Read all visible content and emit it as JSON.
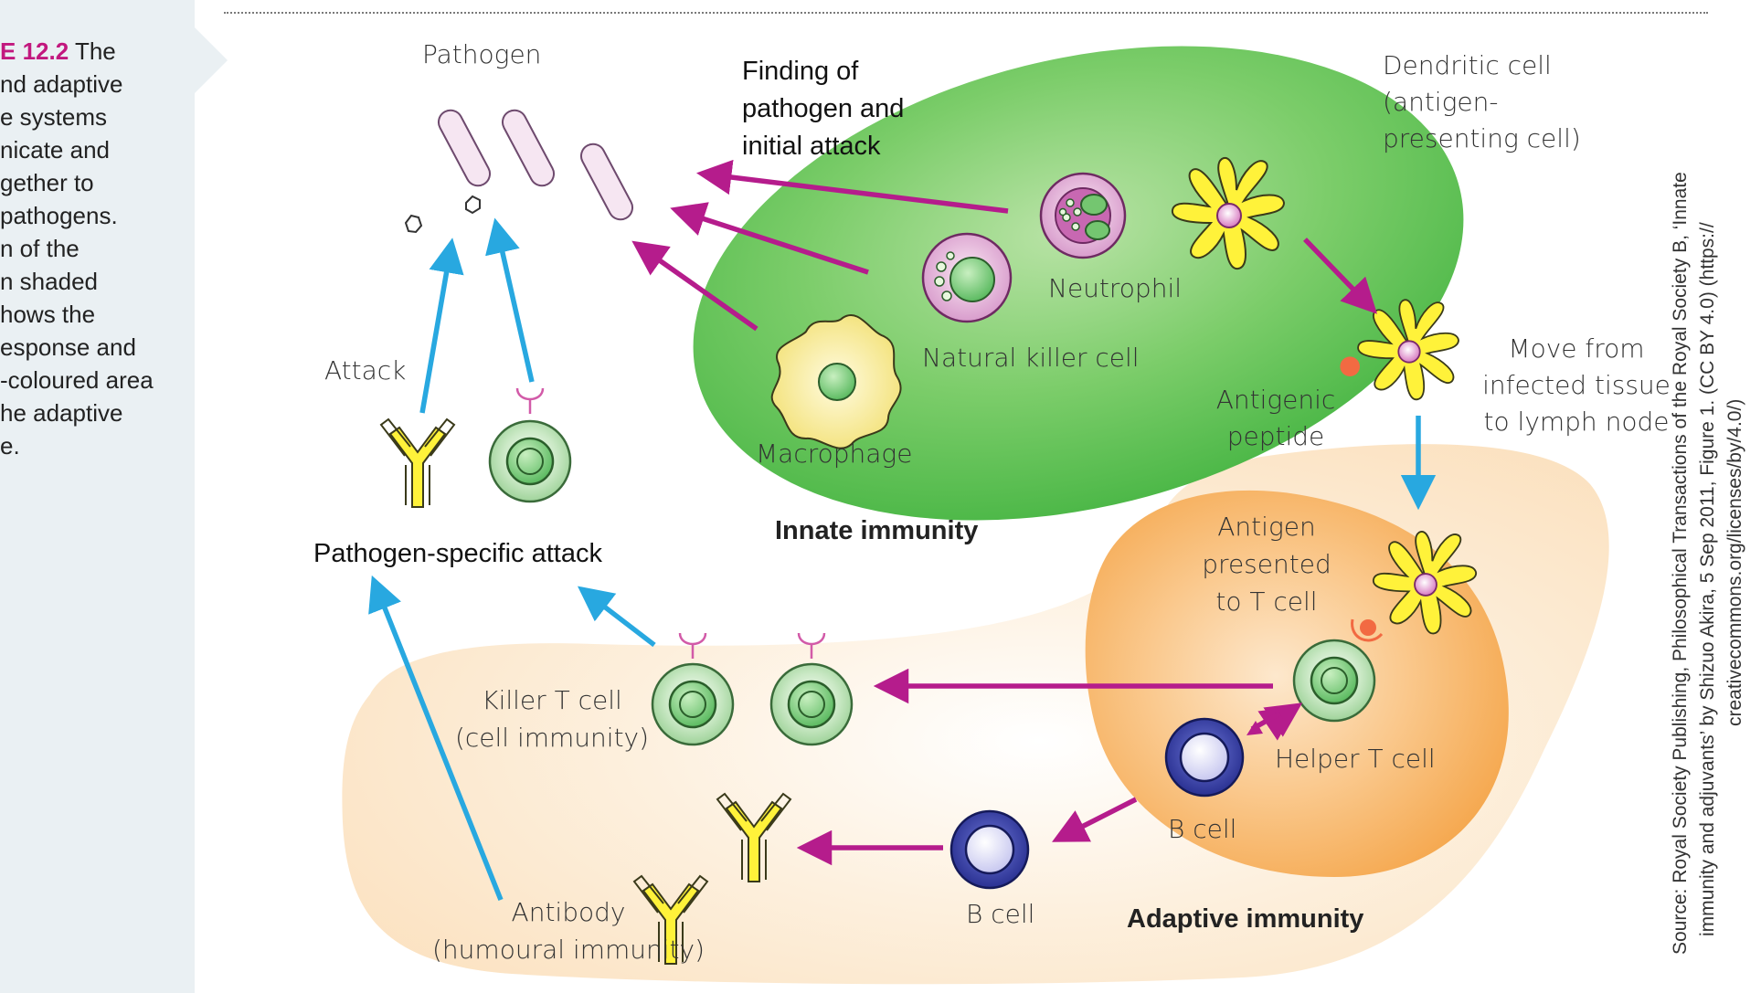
{
  "caption": {
    "number": "E 12.2",
    "lines": [
      "The",
      "nd adaptive",
      "e systems",
      "nicate and",
      "gether to",
      "pathogens.",
      "n of the",
      "n shaded",
      "hows the",
      "esponse and",
      "-coloured area",
      "he adaptive",
      "e."
    ]
  },
  "labels": {
    "pathogen": "Pathogen",
    "finding": [
      "Finding of",
      "pathogen and",
      "initial attack"
    ],
    "dendritic": [
      "Dendritic cell",
      "(antigen-",
      "presenting cell)"
    ],
    "neutrophil": "Neutrophil",
    "natural_killer": "Natural killer cell",
    "macrophage": "Macrophage",
    "innate": "Innate immunity",
    "attack": "Attack",
    "pathogen_specific": "Pathogen-specific attack",
    "move": [
      "Move from",
      "infected tissue",
      "to lymph node"
    ],
    "antigenic": [
      "Antigenic",
      "peptide"
    ],
    "antigen_presented": [
      "Antigen",
      "presented",
      "to T cell"
    ],
    "killer_t": [
      "Killer T cell",
      "(cell immunity)"
    ],
    "helper_t": "Helper T cell",
    "b_cell_lymph": "B cell",
    "b_cell": "B cell",
    "antibody": [
      "Antibody",
      "(humoural immunity)"
    ],
    "adaptive": "Adaptive immunity"
  },
  "source": [
    "Source:  Royal Society Publishing, Philosophical Transactions of the Royal Society B, ‘Innate",
    "immunity and adjuvants’ by Shizuo Akira, 5 Sep 2011, Figure 1.  (CC BY 4.0) (https://",
    "creativecommons.org/licenses/by/4.0/)"
  ],
  "colors": {
    "innate_region": "#5cbf55",
    "adaptive_region": "#fbe3c4",
    "lymph_node": "#f8b35f",
    "innate_arrow": "#b51c8c",
    "adaptive_arrow": "#28a8e0",
    "caption_accent": "#c2187e"
  }
}
